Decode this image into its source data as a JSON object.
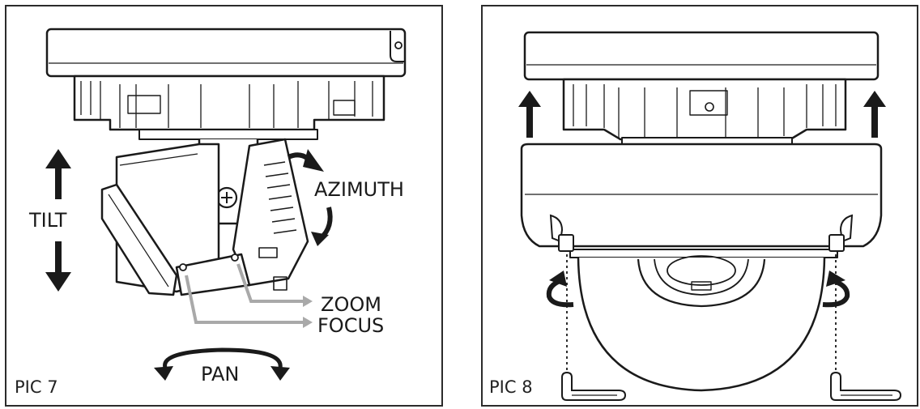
{
  "panels": [
    {
      "caption": "PIC 7",
      "labels": {
        "tilt": "TILT",
        "azimuth": "AZIMUTH",
        "zoom": "ZOOM",
        "focus": "FOCUS",
        "pan": "PAN"
      }
    },
    {
      "caption": "PIC 8"
    }
  ],
  "colors": {
    "line": "#1a1a1a",
    "callout": "#a9a9a9",
    "background": "#ffffff"
  }
}
